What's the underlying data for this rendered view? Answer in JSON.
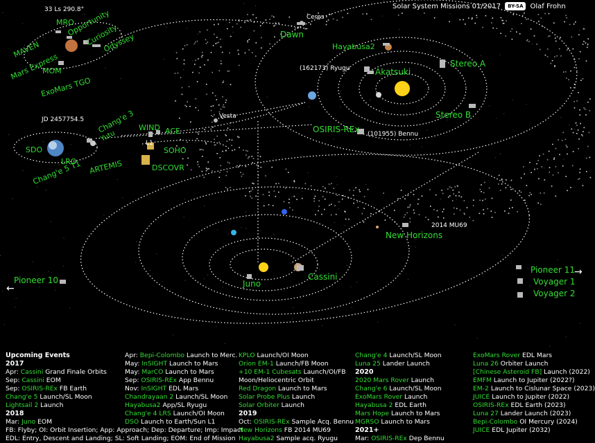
{
  "header": {
    "title": "Solar System Missions 01/2017",
    "license": "BY-SA",
    "author": "Olaf Frohn"
  },
  "mars_panel": {
    "date": "33 Ls 290.8°",
    "labels": [
      "MAVEN",
      "MRO",
      "Opportunity",
      "Curiosity",
      "Odyssey",
      "Mars Express",
      "MOM",
      "ExoMars TGO"
    ]
  },
  "earth_panel": {
    "date": "JD 2457754.5",
    "labels": [
      "Chang'e 3",
      "Yutu",
      "SDO",
      "Chang'e 5 T1",
      "LRO",
      "ARTEMIS",
      "WIND",
      "ACE",
      "L1",
      "SOHO",
      "DSCOVR"
    ]
  },
  "inner": {
    "labels": [
      "Ceres",
      "Dawn",
      "Hayabusa2",
      "(162173) Ryugu",
      "Akatsuki",
      "Stereo A",
      "Stereo B",
      "OSIRIS-REx",
      "(101955) Bennu",
      "Vesta"
    ]
  },
  "outer": {
    "labels": [
      "2014 MU69",
      "New Horizons",
      "Pioneer 10",
      "Pioneer 11",
      "Voyager 1",
      "Voyager 2",
      "Juno",
      "Cassini"
    ]
  },
  "events": {
    "heading": "Upcoming Events",
    "col1": [
      {
        "k": "hdr",
        "t": "2017"
      },
      {
        "d": "Apr:",
        "e": "Cassini",
        "r": " Grand Finale Orbits"
      },
      {
        "d": "Sep:",
        "e": "Cassini",
        "r": " EOM"
      },
      {
        "d": "Sep:",
        "e": "OSIRIS-REx",
        "r": " FB Earth"
      },
      {
        "d": "",
        "e": "Chang'e 5",
        "r": " Launch/SL Moon"
      },
      {
        "d": "",
        "e": "Lightsail 2",
        "r": " Launch"
      },
      {
        "k": "hdr",
        "t": "2018"
      },
      {
        "d": "Mar:",
        "e": "Juno",
        "r": " EOM"
      }
    ],
    "legend": [
      "FB: Flyby; OI: Orbit Insertion; App: Approach; Dep: Departure; Imp: Impact",
      "EDL: Entry, Descent and Landing; SL: Soft Landing; EOM: End of Mission"
    ],
    "col2": [
      {
        "d": "Apr:",
        "e": "Bepi-Colombo",
        "r": " Launch to Merc."
      },
      {
        "d": "May:",
        "e": "InSIGHT",
        "r": " Launch to Mars"
      },
      {
        "d": "May:",
        "e": "MarCO",
        "r": " Launch to Mars"
      },
      {
        "d": "Sep:",
        "e": "OSIRIS-REx",
        "r": " App Bennu"
      },
      {
        "d": "Nov:",
        "e": "InSIGHT",
        "r": " EDL Mars"
      },
      {
        "d": "",
        "e": "Chandrayaan 2",
        "r": " Launch/SL Moon"
      },
      {
        "d": "",
        "e": "Hayabusa2",
        "r": " App/SL Ryugu"
      },
      {
        "d": "",
        "e": "Chang'e 4 LRS",
        "r": " Launch/OI Moon"
      },
      {
        "d": "",
        "e": "DSO",
        "r": " Launch to Earth/Sun L1"
      }
    ],
    "col3": [
      {
        "d": "",
        "e": "KPLO",
        "r": " Launch/OI Moon"
      },
      {
        "d": "",
        "e": "Orion EM-1",
        "r": " Launch/FB Moon"
      },
      {
        "d": "",
        "e": "+10 EM-1 Cubesats",
        "r": " Launch/OI/FB"
      },
      {
        "d": "",
        "e": "",
        "r": "   Moon/Heliocentric Orbit"
      },
      {
        "d": "",
        "e": "Red Dragon",
        "r": " Launch to Mars"
      },
      {
        "d": "",
        "e": "Solar Probe Plus",
        "r": " Launch"
      },
      {
        "d": "",
        "e": "Solar Orbiter",
        "r": " Launch"
      },
      {
        "k": "hdr",
        "t": "2019"
      },
      {
        "d": "Oct:",
        "e": "OSIRIS-REx",
        "r": " Sample Acq. Bennu"
      },
      {
        "d": "",
        "e": "New Horizons",
        "r": " FB 2014 MU69"
      },
      {
        "d": "",
        "e": "Hayabusa2",
        "r": " Sample acq. Ryugu"
      }
    ],
    "col4": [
      {
        "d": "",
        "e": "Chang'e 4",
        "r": " Launch/SL Moon"
      },
      {
        "d": "",
        "e": "Luna 25",
        "r": " Lander Launch"
      },
      {
        "k": "hdr",
        "t": "2020"
      },
      {
        "d": "",
        "e": "2020 Mars Rover",
        "r": " Launch"
      },
      {
        "d": "",
        "e": "Chang'e 6",
        "r": " Launch/SL Moon"
      },
      {
        "d": "",
        "e": "ExoMars Rover",
        "r": " Launch"
      },
      {
        "d": "",
        "e": "Hayabusa 2",
        "r": " EDL Earth"
      },
      {
        "d": "",
        "e": "Mars Hope",
        "r": " Launch to Mars"
      },
      {
        "d": "",
        "e": "MGRSO",
        "r": " Launch to Mars"
      },
      {
        "k": "hdr",
        "t": "2021+"
      },
      {
        "d": "Mar:",
        "e": "OSIRIS-REx",
        "r": " Dep Bennu"
      }
    ],
    "col5": [
      {
        "d": "",
        "e": "ExoMars Rover",
        "r": " EDL Mars"
      },
      {
        "d": "",
        "e": "Luna 26",
        "r": " Orbiter Launch"
      },
      {
        "d": "",
        "e": "[Chinese Asteroid FB]",
        "r": " Launch (2022)"
      },
      {
        "d": "",
        "e": "EMFM",
        "r": " Launch to Jupiter (2022?)"
      },
      {
        "d": "",
        "e": "EM-2",
        "r": " Launch to Cislunar Space (2023)"
      },
      {
        "d": "",
        "e": "JUICE",
        "r": " Launch to Jupiter (2022)"
      },
      {
        "d": "",
        "e": "OSIRIS-REx",
        "r": " EDL Earth (2023)"
      },
      {
        "d": "",
        "e": "Luna 27",
        "r": " Lander Launch (2023)"
      },
      {
        "d": "",
        "e": "Bepi-Colombo",
        "r": " OI Mercury (2024)"
      },
      {
        "d": "",
        "e": "JUICE",
        "r": " EDL Jupiter (2032)"
      }
    ]
  }
}
